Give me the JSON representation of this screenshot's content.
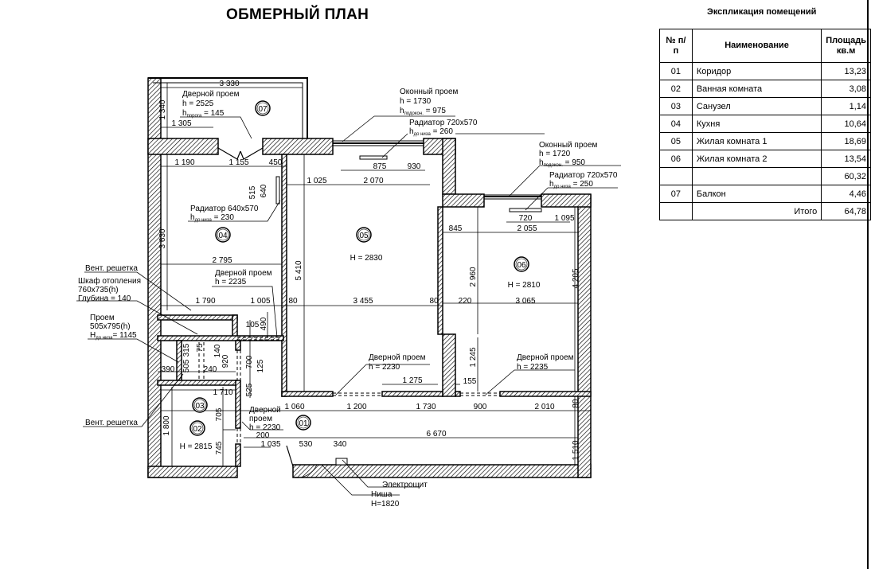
{
  "title": "ОБМЕРНЫЙ ПЛАН",
  "explication": {
    "title": "Экспликация помещений",
    "headers": {
      "num": "№ п/п",
      "name": "Наименование",
      "area": "Площадь кв.м"
    },
    "rows": [
      {
        "num": "01",
        "name": "Коридор",
        "area": "13,23"
      },
      {
        "num": "02",
        "name": "Ванная комната",
        "area": "3,08"
      },
      {
        "num": "03",
        "name": "Санузел",
        "area": "1,14"
      },
      {
        "num": "04",
        "name": "Кухня",
        "area": "10,64"
      },
      {
        "num": "05",
        "name": "Жилая комната 1",
        "area": "18,69"
      },
      {
        "num": "06",
        "name": "Жилая комната 2",
        "area": "13,54"
      },
      {
        "num": "",
        "name": "",
        "area": "60,32"
      },
      {
        "num": "07",
        "name": "Балкон",
        "area": "4,46"
      },
      {
        "num": "",
        "name": "Итого",
        "area": "64,78"
      }
    ]
  },
  "rooms": [
    {
      "id": "07",
      "height": ""
    },
    {
      "id": "04",
      "height": ""
    },
    {
      "id": "05",
      "height": "H = 2830"
    },
    {
      "id": "06",
      "height": "H = 2810"
    },
    {
      "id": "03",
      "height": ""
    },
    {
      "id": "02",
      "height": "H = 2815"
    },
    {
      "id": "01",
      "height": ""
    }
  ],
  "dimensions": {
    "d3330": "3 330",
    "d1340": "1 340",
    "d1305": "1 305",
    "d1190": "1 190",
    "d1155": "1 155",
    "d450": "450",
    "d515": "515",
    "d640": "640",
    "d3630": "3 630",
    "d2795": "2 795",
    "d1790": "1 790",
    "d1005": "1 005",
    "d80a": "80",
    "d3455": "3 455",
    "d80b": "80",
    "d1025": "1 025",
    "d2070": "2 070",
    "d875": "875",
    "d930": "930",
    "d5410": "5 410",
    "d845": "845",
    "d2055": "2 055",
    "d720": "720",
    "d1095": "1 095",
    "d2960": "2 960",
    "d220": "220",
    "d3065": "3 065",
    "d4205": "4 205",
    "d1245": "1 245",
    "d155": "155",
    "d1275": "1 275",
    "d105": "105",
    "d490": "490",
    "d700": "700",
    "d125": "125",
    "d525": "525",
    "d315": "315",
    "d505": "505",
    "d75": "75",
    "d140": "140",
    "d920": "920",
    "d390": "390",
    "d240": "240",
    "d1710": "1 710",
    "d1800": "1 800",
    "d705": "705",
    "d745": "745",
    "d1060": "1 060",
    "d1200": "1 200",
    "d1730": "1 730",
    "d900": "900",
    "d2010": "2 010",
    "d80c": "80",
    "d6670": "6 670",
    "d1510": "1 510",
    "d200": "200",
    "d1035": "1 035",
    "d530": "530",
    "d340": "340"
  },
  "annotations": {
    "balcony_door": [
      "Дверной проем",
      "h = 2525",
      "h",
      "порога",
      " = 145"
    ],
    "window_05": [
      "Оконный проем",
      "h = 1730",
      "h",
      "подокон.",
      " = 975"
    ],
    "radiator_05": [
      "Радиатор 720х570",
      "h",
      "до низа",
      " = 260"
    ],
    "window_06": [
      "Оконный проем",
      "h = 1720",
      "h",
      "подокон.",
      " = 950"
    ],
    "radiator_06": [
      "Радиатор 720х570",
      "h",
      "до низа",
      " = 250"
    ],
    "radiator_04": [
      "Радиатор 640х570",
      "h",
      "до низа",
      " = 230"
    ],
    "door_04": [
      "Дверной проем",
      "h = 2235"
    ],
    "vent_top": "Вент. решетка",
    "heating_cabinet": [
      "Шкаф отопления",
      "760х735(h)",
      "Глубина = 140"
    ],
    "opening": [
      "Проем",
      "505х795(h)",
      "H",
      "до низа",
      "= 1145"
    ],
    "vent_bottom": "Вент. решетка",
    "door_05": [
      "Дверной проем",
      "h = 2230"
    ],
    "door_06": [
      "Дверной проем",
      "h = 2235"
    ],
    "door_02": [
      "Дверной",
      "проем",
      "h = 2230"
    ],
    "panel": "Электрощит",
    "niche": [
      "Ниша",
      "H=1820"
    ]
  }
}
